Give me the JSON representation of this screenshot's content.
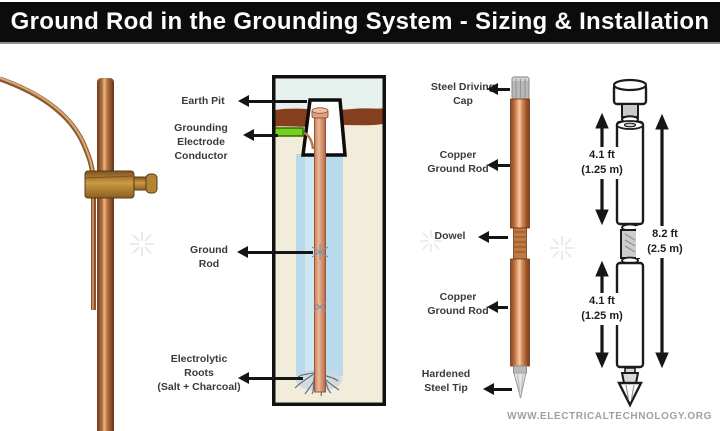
{
  "title": "Ground Rod in the Grounding System - Sizing & Installation",
  "pit_diagram": {
    "labels": {
      "earth_pit": "Earth Pit",
      "grounding_electrode_conductor": "Grounding\nElectrode\nConductor",
      "ground_rod": "Ground\nRod",
      "electrolytic_roots": "Electrolytic\nRoots\n(Salt + Charcoal)"
    }
  },
  "rod_diagram": {
    "labels": {
      "steel_driving_cap": "Steel Driving\nCap",
      "copper_ground_rod_upper": "Copper\nGround Rod",
      "dowel": "Dowel",
      "copper_ground_rod_lower": "Copper\nGround Rod",
      "hardened_steel_tip": "Hardened\nSteel Tip"
    }
  },
  "dimensions": {
    "upper_section": "4.1 ft\n(1.25 m)",
    "lower_section": "4.1 ft\n(1.25 m)",
    "total_length": "8.2 ft\n(2.5 m)"
  },
  "footer": {
    "website": "WWW.ELECTRICALTECHNOLOGY.ORG"
  },
  "colors": {
    "copper": "#b96a3c",
    "conductor_green": "#76d01f",
    "backfill_blue": "#b9daec",
    "soil_brown": "#833f1e",
    "earth_beige": "#f2ecda",
    "title_bg": "#0c0c0c"
  }
}
